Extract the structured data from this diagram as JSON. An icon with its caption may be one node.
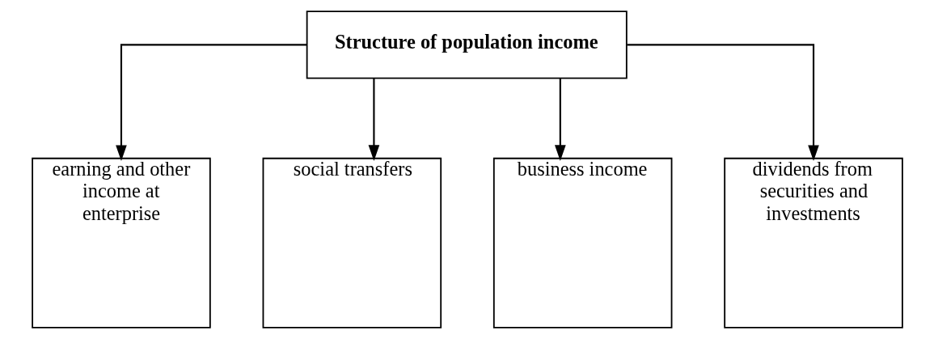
{
  "diagram": {
    "nodes": [
      {
        "text": [
          "Structure of population income"
        ]
      },
      {
        "text": [
          "earning and other income at enterprise"
        ]
      },
      {
        "text": [
          "social transfers"
        ]
      },
      {
        "text": [
          "business income"
        ]
      },
      {
        "text": [
          "dividends from securities and investments"
        ]
      }
    ],
    "edges": [
      {
        "from": 0,
        "to": 1,
        "arrow": "to"
      },
      {
        "from": 0,
        "to": 2,
        "arrow": "to"
      },
      {
        "from": 0,
        "to": 3,
        "arrow": "to"
      },
      {
        "from": 0,
        "to": 4,
        "arrow": "to"
      }
    ]
  }
}
